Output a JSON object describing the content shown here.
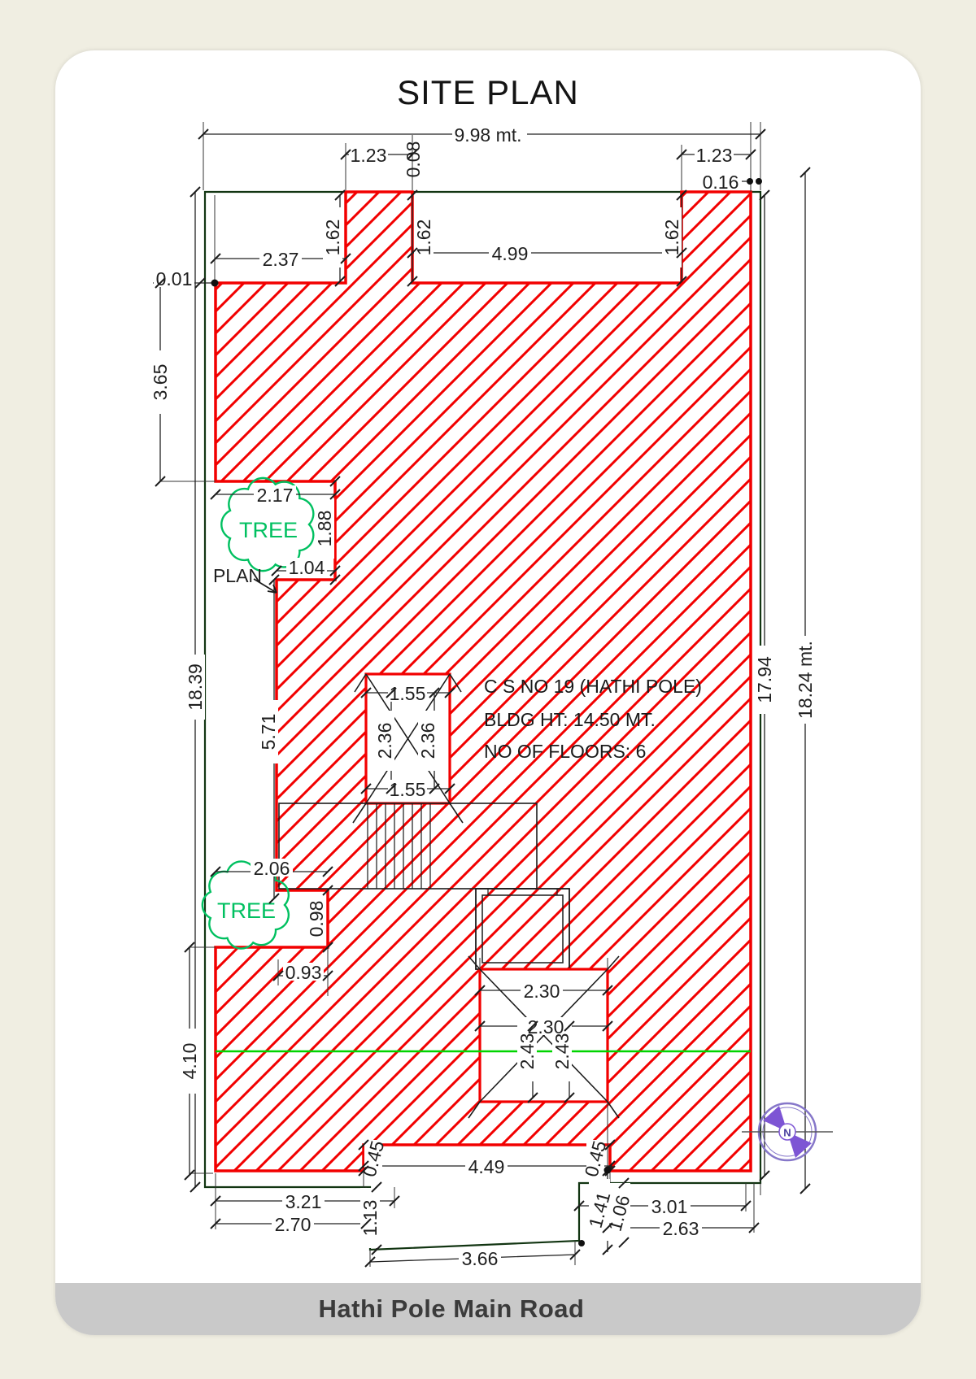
{
  "page": {
    "title": "SITE PLAN",
    "road_label": "Hathi Pole Main Road",
    "logo_letter": "N"
  },
  "notes": {
    "line1": "C S NO 19 (HATHI POLE)",
    "line2": "BLDG HT: 14.50 MT.",
    "line3": "NO OF FLOORS: 6"
  },
  "labels": {
    "plan": "PLAN",
    "tree1": "TREE",
    "tree2": "TREE"
  },
  "colors": {
    "hatch_red": "#f20000",
    "boundary_green": "#123512",
    "section_green": "#00d400",
    "tree_green": "#00c060",
    "logo_purple": "#7d55d4",
    "road_bar_gray": "#c9c9c9",
    "page_beige": "#f0eee2"
  },
  "dims": {
    "top_total": "9.98 mt.",
    "top_left_tab": "1.23",
    "top_tab_gap": "0.08",
    "top_right_tab": "1.23",
    "top_right_offset": "0.16",
    "notch_width": "2.37",
    "notch_depth": "1.62",
    "tab_depth": "1.62",
    "gap_width": "4.99",
    "gap_depth": "1.62",
    "left_corner_offset": "0.01",
    "left_upper": "3.65",
    "tree1_width": "2.17",
    "tree1_depth": "1.88",
    "tree1_bottom": "1.04",
    "left_total": "18.39",
    "left_mid": "5.71",
    "stair_top": "1.55",
    "stair_left": "2.36",
    "stair_right": "2.36",
    "stair_bottom": "1.55",
    "tree2_width": "2.06",
    "tree2_depth": "0.98",
    "tree2_step": "0.93",
    "lift_top": "2.30",
    "lift_mid": "2.30",
    "lift_left": "2.43",
    "lift_right": "2.43",
    "left_lower": "4.10",
    "recess_left": "0.45",
    "recess_right": "0.45",
    "recess_width": "4.49",
    "bottom_l1": "3.21",
    "bottom_l2": "2.70",
    "step_left": "1.13",
    "entrance": "3.66",
    "step_r1": "1.41",
    "step_r2": "1.06",
    "bottom_r1": "3.01",
    "bottom_r2": "2.63",
    "right_inner": "17.94",
    "right_total": "18.24 mt."
  }
}
